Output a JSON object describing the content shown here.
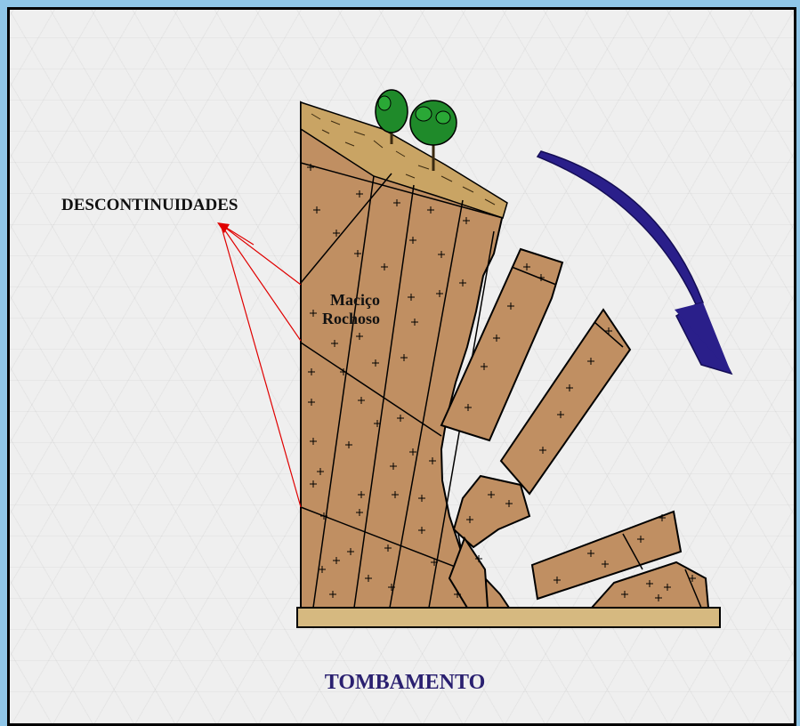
{
  "labels": {
    "discontinuities": "DESCONTINUIDADES",
    "rock_mass_line1": "Maciço",
    "rock_mass_line2": "Rochoso",
    "title": "TOMBAMENTO"
  },
  "colors": {
    "rock": "#c08f62",
    "soil": "#c9a464",
    "ground": "#d6b980",
    "arrow": "#2a1f8a",
    "leader_lines": "#e00000",
    "title": "#2a2070",
    "tree_crown": "#1f8a2a"
  }
}
